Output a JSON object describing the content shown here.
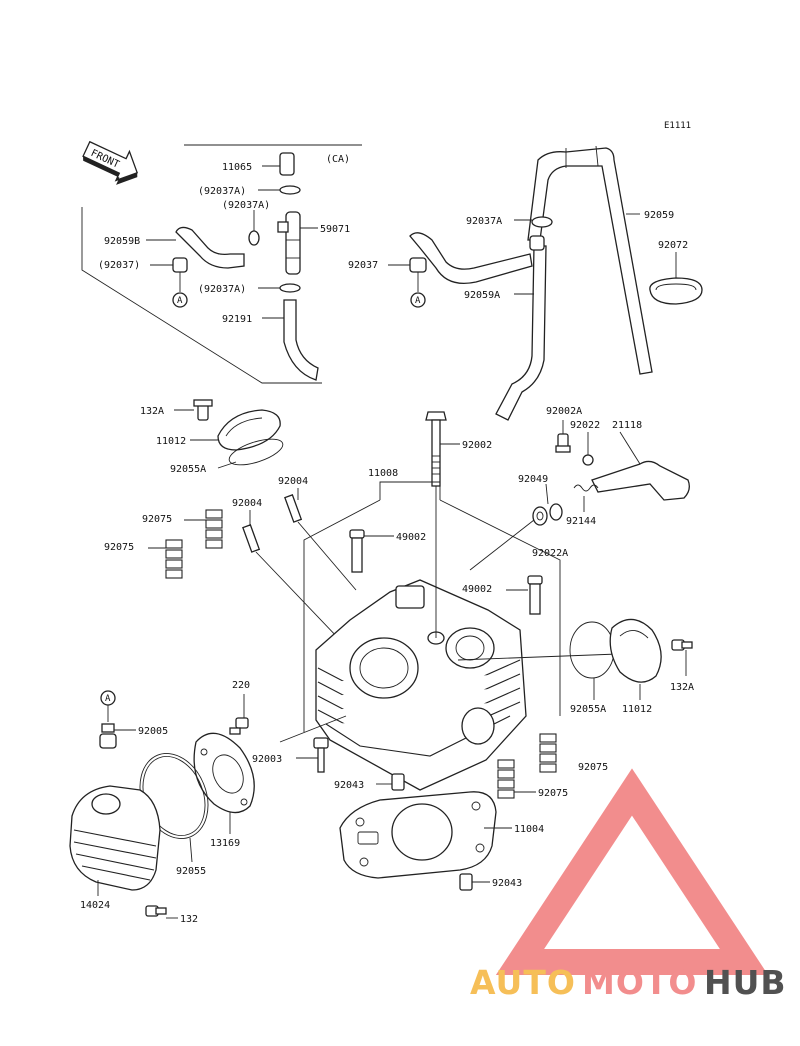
{
  "diagram_code": "E1111",
  "front_label": "FRONT",
  "ca_label": "(CA)",
  "ref_marker": "A",
  "watermark": {
    "part1": "AUTO",
    "part2": "MOTO",
    "part3": "HUB",
    "color_auto": "#f5b43c",
    "color_moto": "#f07a7a",
    "color_hub": "#333333",
    "color_logo": "#f07a7a"
  },
  "labels": {
    "p11065": "11065",
    "p92037A_paren1": "(92037A)",
    "p92037A_paren2": "(92037A)",
    "p92059B": "92059B",
    "p59071": "59071",
    "p92037_paren": "(92037)",
    "p92037A_paren3": "(92037A)",
    "p92191": "92191",
    "p92037A": "92037A",
    "p92059": "92059",
    "p92072": "92072",
    "p92037": "92037",
    "p92059A": "92059A",
    "p132A_top": "132A",
    "p11012_top": "11012",
    "p92055A_top": "92055A",
    "p92002": "92002",
    "p92002A": "92002A",
    "p92022": "92022",
    "p21118": "21118",
    "p11008": "11008",
    "p92004_a": "92004",
    "p92004_b": "92004",
    "p92075_a": "92075",
    "p92075_b": "92075",
    "p49002_a": "49002",
    "p92049": "92049",
    "p92144": "92144",
    "p92022A": "92022A",
    "p49002_b": "49002",
    "p92055A_right": "92055A",
    "p11012_right": "11012",
    "p132A_right": "132A",
    "p220": "220",
    "p92005": "92005",
    "p92003": "92003",
    "p92075_c": "92075",
    "p92075_d": "92075",
    "p92043_a": "92043",
    "p11004": "11004",
    "p13169": "13169",
    "p92055": "92055",
    "p92043_b": "92043",
    "p14024": "14024",
    "p132": "132"
  }
}
